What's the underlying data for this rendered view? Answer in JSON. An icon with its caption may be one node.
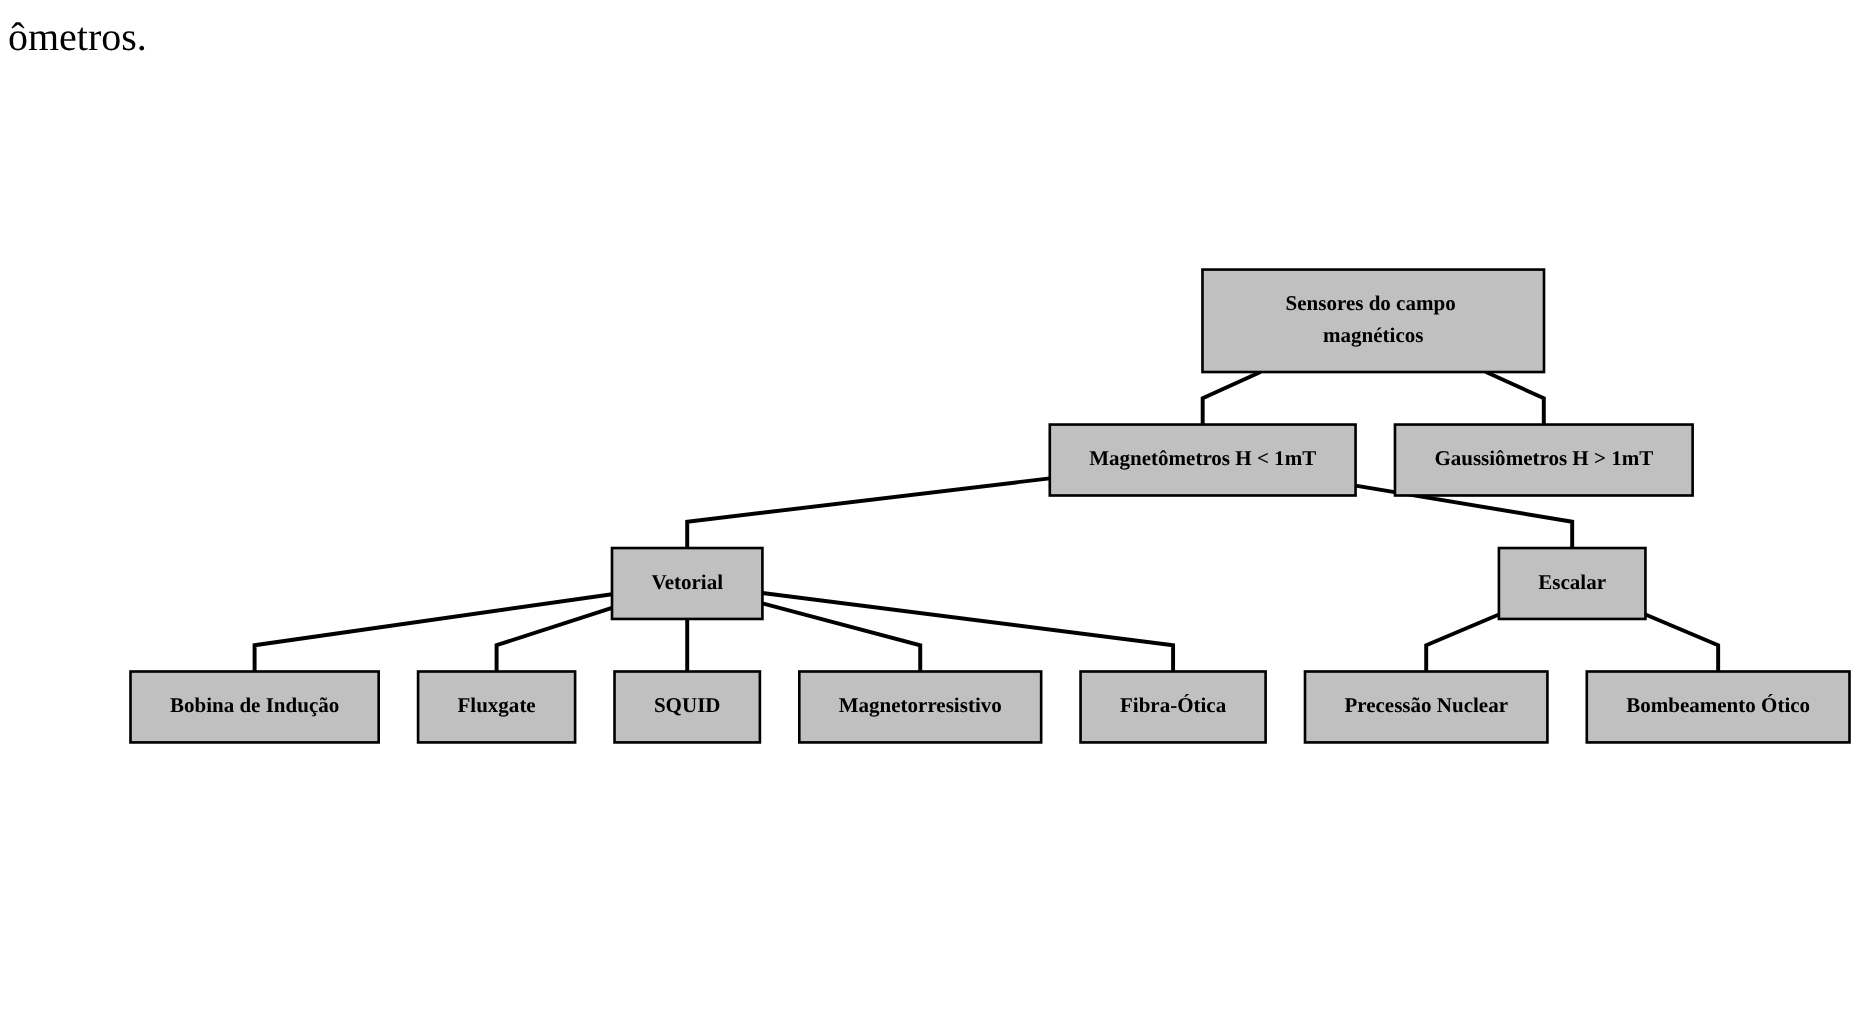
{
  "diagram": {
    "nodes": [
      {
        "text": [
          "Sensores do campo magnéticos"
        ]
      },
      {
        "text": [
          "Magnetômetros H < 1mT"
        ]
      },
      {
        "text": [
          "Gaussiômetros H > 1mT"
        ]
      },
      {
        "text": [
          "Vetorial"
        ]
      },
      {
        "text": [
          "Escalar"
        ]
      },
      {
        "text": [
          "Bobina de Indução"
        ]
      },
      {
        "text": [
          "Fluxgate"
        ]
      },
      {
        "text": [
          "SQUID"
        ]
      },
      {
        "text": [
          "Magnetorresistivo"
        ]
      },
      {
        "text": [
          "Fibra-Ótica"
        ]
      },
      {
        "text": [
          "Precessão Nuclear"
        ]
      },
      {
        "text": [
          "Bombeamento Ótico"
        ]
      }
    ],
    "edges": [
      {
        "from": 0,
        "to": 1,
        "arrow": "none"
      },
      {
        "from": 0,
        "to": 2,
        "arrow": "none"
      },
      {
        "from": 1,
        "to": 3,
        "arrow": "none"
      },
      {
        "from": 1,
        "to": 4,
        "arrow": "none"
      },
      {
        "from": 3,
        "to": 5,
        "arrow": "none"
      },
      {
        "from": 3,
        "to": 6,
        "arrow": "none"
      },
      {
        "from": 3,
        "to": 7,
        "arrow": "none"
      },
      {
        "from": 3,
        "to": 8,
        "arrow": "none"
      },
      {
        "from": 3,
        "to": 9,
        "arrow": "none"
      },
      {
        "from": 4,
        "to": 10,
        "arrow": "none"
      },
      {
        "from": 4,
        "to": 11,
        "arrow": "none"
      }
    ],
    "labels": [
      "ômetros."
    ]
  }
}
